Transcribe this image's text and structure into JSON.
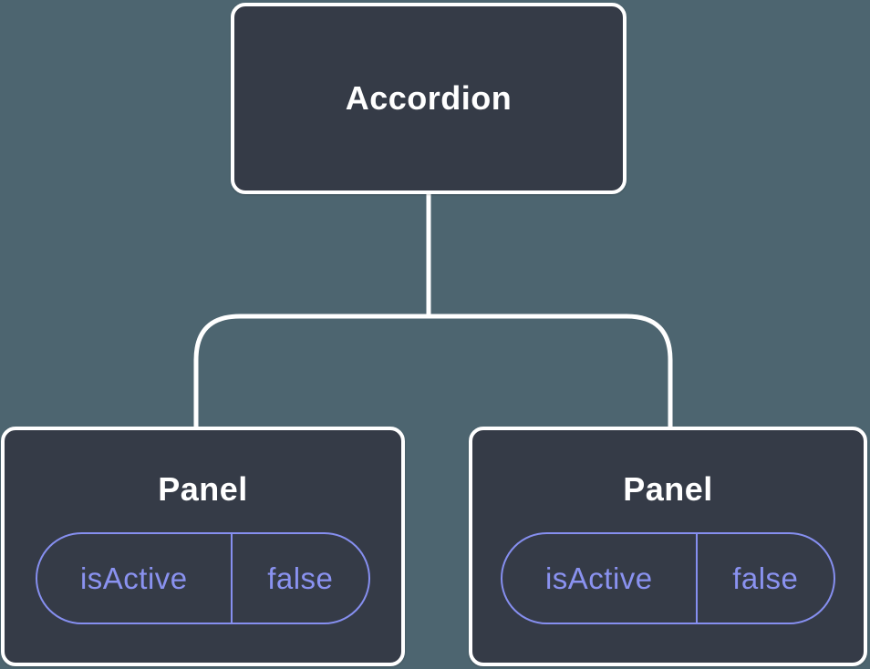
{
  "tree": {
    "root": {
      "label": "Accordion"
    },
    "children": [
      {
        "label": "Panel",
        "state": {
          "key": "isActive",
          "value": "false"
        }
      },
      {
        "label": "Panel",
        "state": {
          "key": "isActive",
          "value": "false"
        }
      }
    ]
  },
  "colors": {
    "background": "#4D6570",
    "node_fill": "#353B47",
    "node_border": "#FFFFFF",
    "connector": "#FFFFFF",
    "state_accent": "#8A92F0",
    "label_text": "#FFFFFF"
  }
}
